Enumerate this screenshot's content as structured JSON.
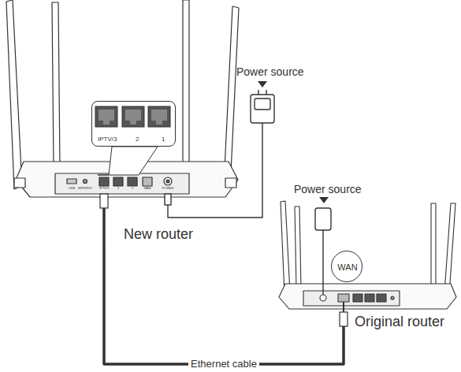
{
  "diagram": {
    "nodes": [
      {
        "text": [
          "New router"
        ]
      },
      {
        "text": [
          "IPTV/3",
          "2",
          "1"
        ],
        "in": 0
      },
      {
        "text": [
          "Original router"
        ]
      },
      {
        "text": [
          "WAN"
        ],
        "in": 2
      }
    ],
    "edges": [
      {
        "from": 0,
        "to": 2,
        "arrow": "none",
        "label": "Ethernet cable"
      }
    ],
    "labels": [
      "Power source",
      "Power source",
      "USB",
      "WPS/RST",
      "IPTV/3",
      "2",
      "1",
      "WAN",
      "POWER"
    ]
  }
}
